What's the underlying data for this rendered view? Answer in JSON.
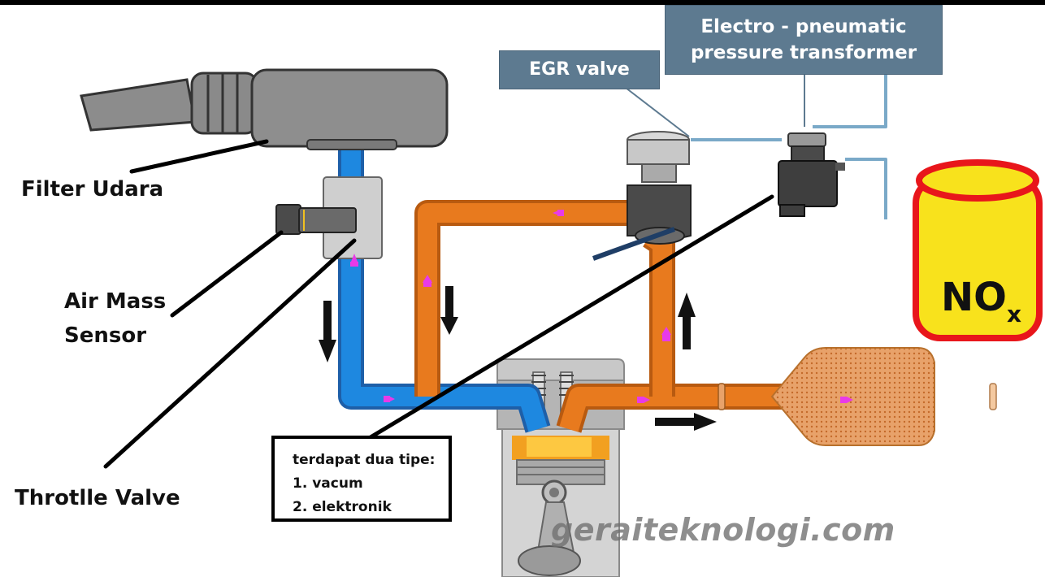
{
  "labels": {
    "egr_valve": "EGR valve",
    "ept_line1": "Electro - pneumatic",
    "ept_line2": "pressure transformer",
    "filter": "Filter Udara",
    "ams_line1": "Air Mass",
    "ams_line2": "Sensor",
    "throttle": "Throtlle Valve",
    "nox_main": "NO",
    "nox_sub": "x"
  },
  "note": {
    "title": "terdapat dua tipe:",
    "item1": "1. vacum",
    "item2": "2. elektronik"
  },
  "watermark": "geraiteknologi.com",
  "colors": {
    "intake": "#1e88e0",
    "exhaust": "#e87a1e",
    "flow_marker": "#e83ae8",
    "label_box": "#5d7a90",
    "nox_red": "#e8161b",
    "nox_yellow": "#f8e21c"
  }
}
